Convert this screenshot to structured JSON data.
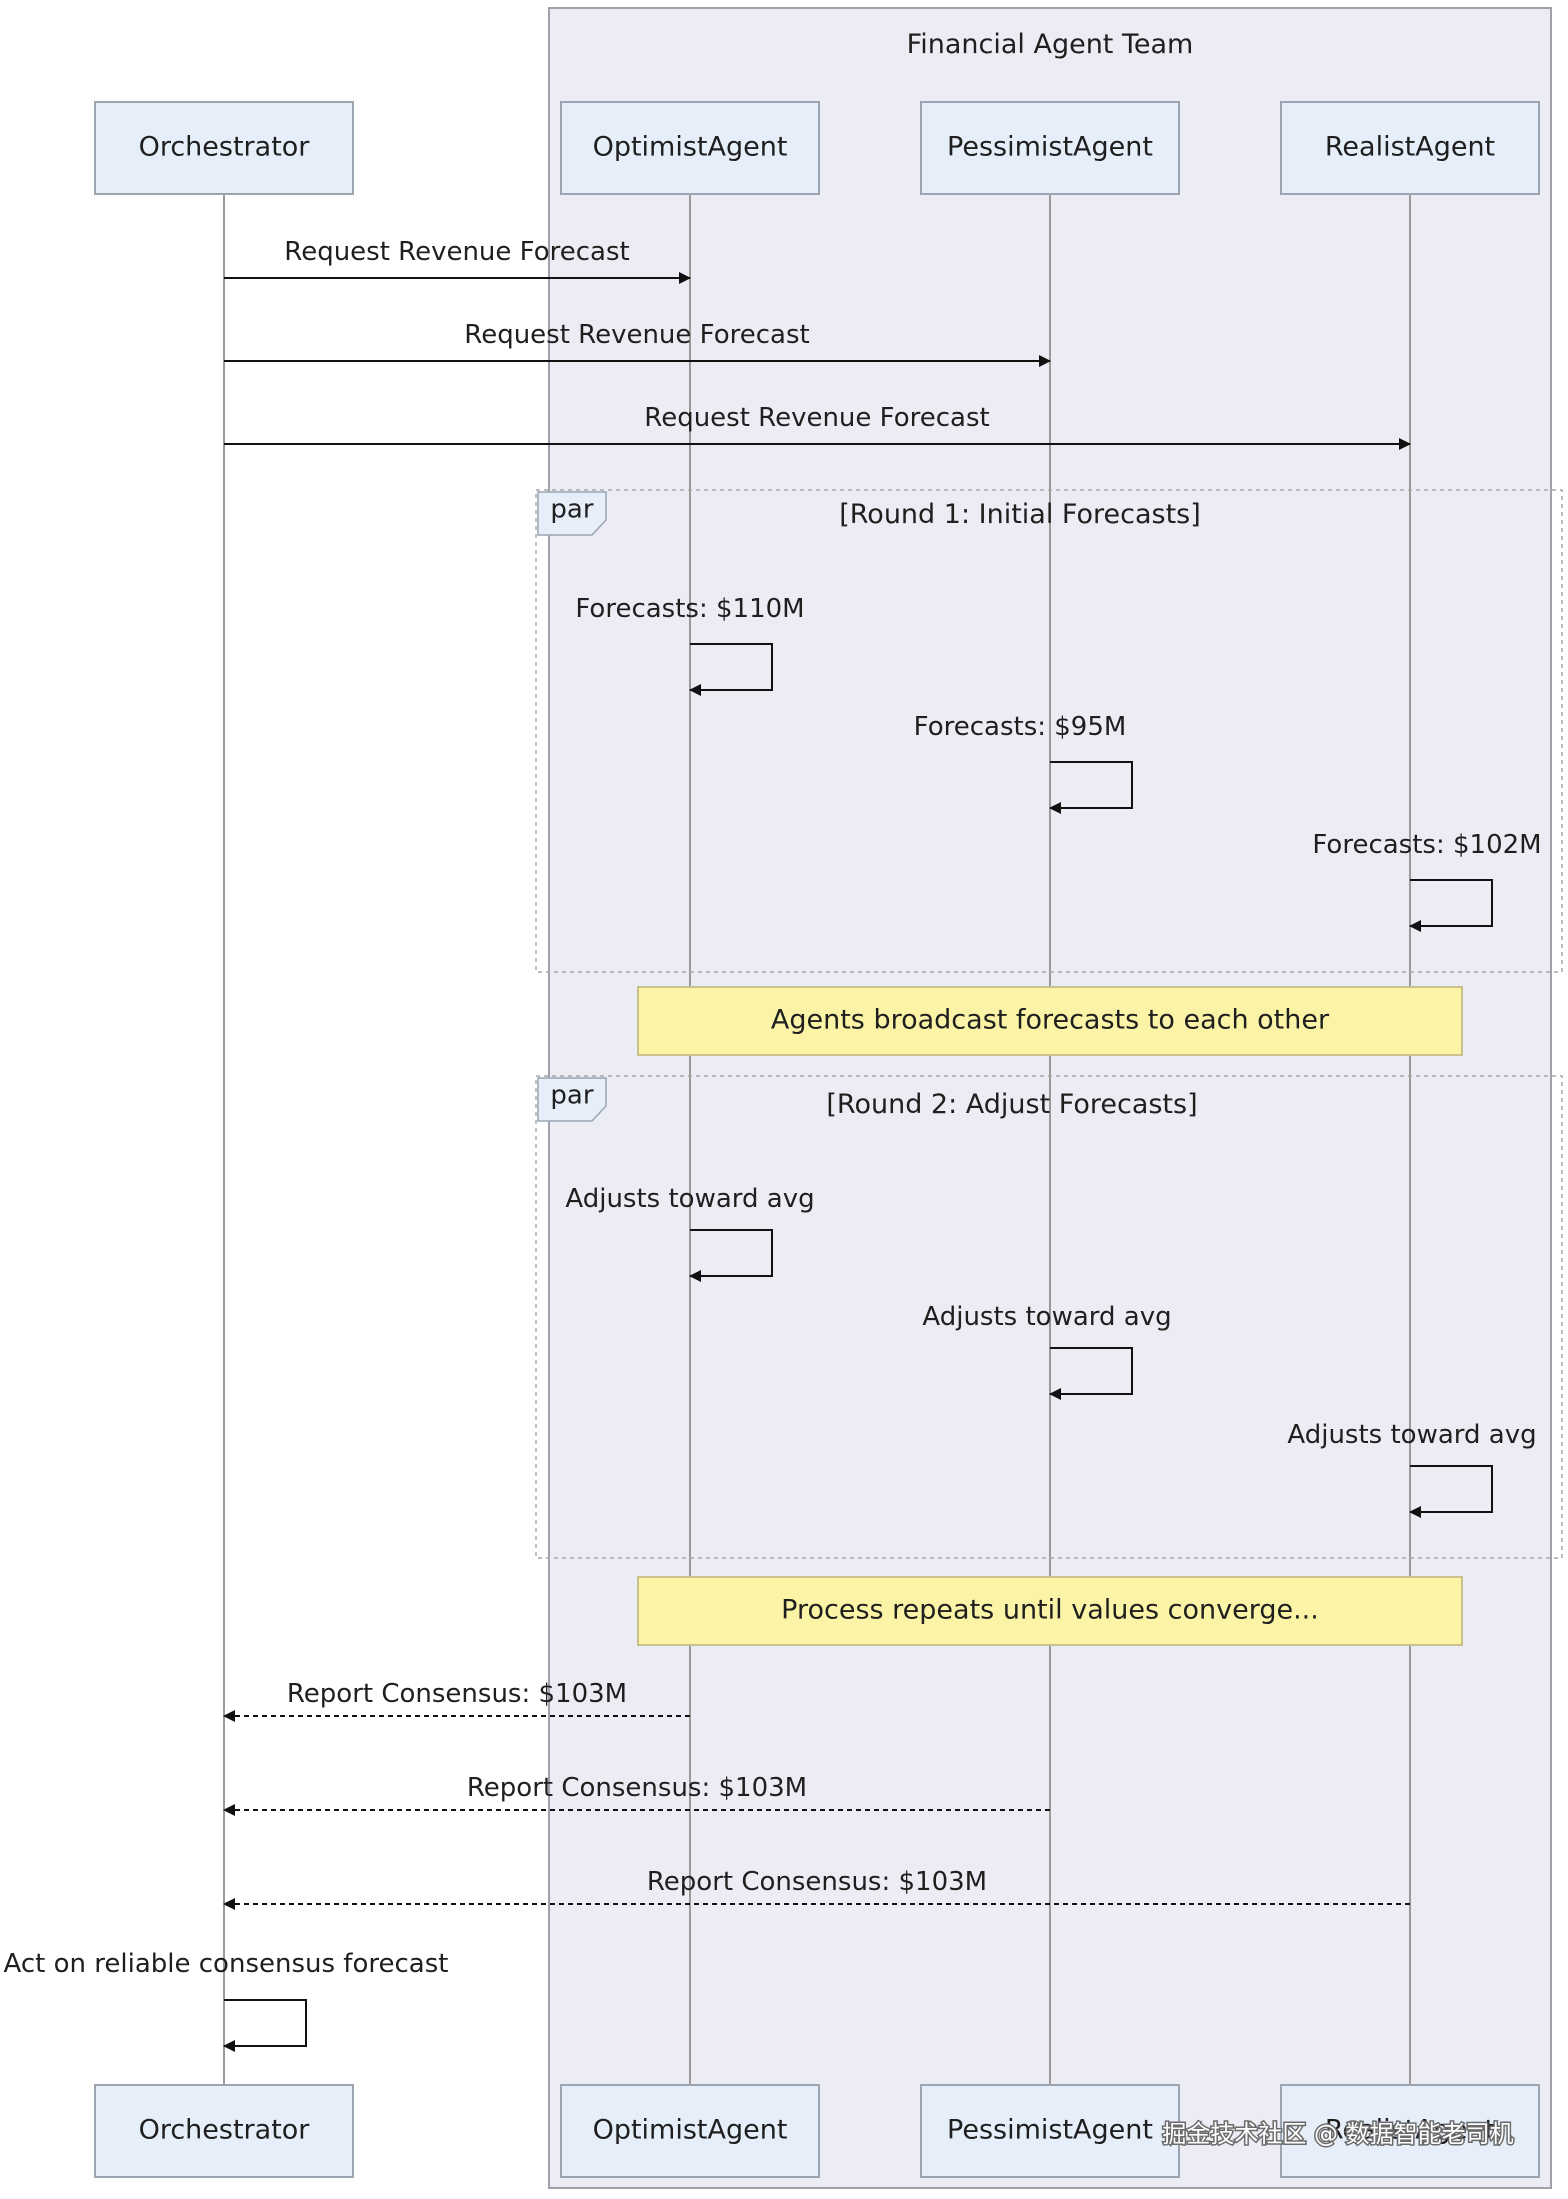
{
  "group": {
    "label": "Financial Agent Team"
  },
  "participants": [
    {
      "id": "orch",
      "label": "Orchestrator"
    },
    {
      "id": "opt",
      "label": "OptimistAgent"
    },
    {
      "id": "pes",
      "label": "PessimistAgent"
    },
    {
      "id": "real",
      "label": "RealistAgent"
    }
  ],
  "messages": [
    {
      "from": "orch",
      "to": "opt",
      "label": "Request Revenue Forecast",
      "style": "solid"
    },
    {
      "from": "orch",
      "to": "pes",
      "label": "Request Revenue Forecast",
      "style": "solid"
    },
    {
      "from": "orch",
      "to": "real",
      "label": "Request Revenue Forecast",
      "style": "solid"
    }
  ],
  "frames": [
    {
      "tag": "par",
      "label": "[Round 1: Initial Forecasts]",
      "self_messages": [
        {
          "actor": "opt",
          "label": "Forecasts: $110M"
        },
        {
          "actor": "pes",
          "label": "Forecasts: $95M"
        },
        {
          "actor": "real",
          "label": "Forecasts: $102M"
        }
      ]
    },
    {
      "tag": "par",
      "label": "[Round 2: Adjust Forecasts]",
      "self_messages": [
        {
          "actor": "opt",
          "label": "Adjusts toward avg"
        },
        {
          "actor": "pes",
          "label": "Adjusts toward avg"
        },
        {
          "actor": "real",
          "label": "Adjusts toward avg"
        }
      ]
    }
  ],
  "notes": [
    {
      "label": "Agents broadcast forecasts to each other"
    },
    {
      "label": "Process repeats until values converge..."
    }
  ],
  "replies": [
    {
      "from": "opt",
      "to": "orch",
      "label": "Report Consensus: $103M",
      "style": "dashed"
    },
    {
      "from": "pes",
      "to": "orch",
      "label": "Report Consensus: $103M",
      "style": "dashed"
    },
    {
      "from": "real",
      "to": "orch",
      "label": "Report Consensus: $103M",
      "style": "dashed"
    }
  ],
  "final_self": {
    "actor": "orch",
    "label": "Act on reliable consensus forecast"
  },
  "watermark": {
    "label": "掘金技术社区 @ 数据智能老司机"
  },
  "colors": {
    "actor_fill": "#e6eefa",
    "actor_stroke": "#9aa5b1",
    "group_fill": "#ececf4",
    "note_fill": "#fbf3a6",
    "note_stroke": "#c9c08a",
    "lifeline": "#9a9a9a",
    "frame_stroke": "#a8a8a8"
  }
}
